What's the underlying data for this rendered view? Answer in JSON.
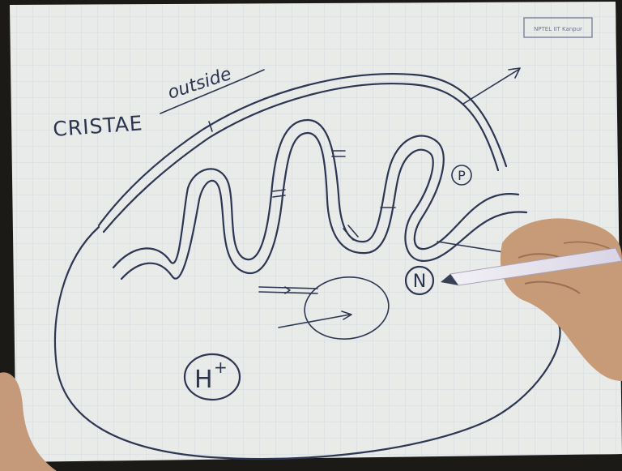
{
  "diagram": {
    "labels": {
      "cristae": "CRISTAE",
      "outside": "outside",
      "p_label": "P",
      "n_label": "N",
      "h_plus": "H",
      "h_plus_sup": "+"
    },
    "stamp": "NPTEL IIT Kanpur",
    "colors": {
      "paper": "#e9ebe8",
      "grid": "#cfd6de",
      "ink": "#2d3652",
      "skin": "#c79a78"
    }
  }
}
